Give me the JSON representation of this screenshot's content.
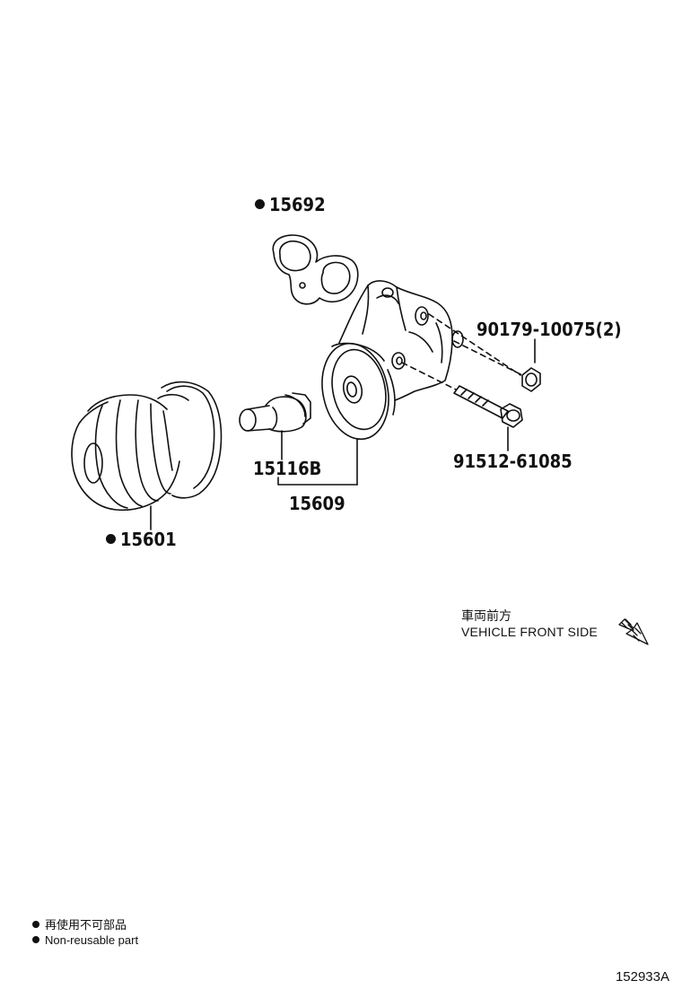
{
  "parts": {
    "gasket": {
      "number": "15692",
      "non_reusable": true
    },
    "stud_nut": {
      "number": "90179-10075(2)"
    },
    "bolt": {
      "number": "91512-61085"
    },
    "pipe": {
      "number": "15116B"
    },
    "oil_filter_bracket": {
      "number": "15609"
    },
    "oil_filter": {
      "number": "15601",
      "non_reusable": true
    }
  },
  "direction": {
    "label_jp": "車両前方",
    "label_en": "VEHICLE FRONT SIDE",
    "icon": "arrow-down-right-icon"
  },
  "legend": {
    "jp": "再使用不可部品",
    "en": "Non-reusable part",
    "marker": "filled-dot"
  },
  "figure_ref": "152933A"
}
